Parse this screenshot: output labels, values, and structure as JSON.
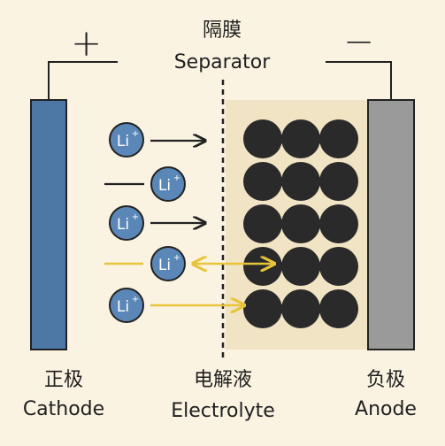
{
  "terminals": {
    "positive": "+",
    "negative": "−"
  },
  "separator": {
    "label_cn": "隔膜",
    "label_en": "Separator"
  },
  "cathode": {
    "label_cn": "正极",
    "label_en": "Cathode"
  },
  "electrolyte": {
    "label_cn": "电解液",
    "label_en": "Electrolyte"
  },
  "anode": {
    "label_cn": "负极",
    "label_en": "Anode"
  },
  "ion": {
    "symbol": "Li",
    "charge": "+"
  },
  "colors": {
    "background": "#fbf3e2",
    "cathode": "#4d78a6",
    "anode": "#9a9a9a",
    "anode_region": "#f1e4c4",
    "ion_fill": "#5b87b8",
    "graphite": "#2a2a2a",
    "arrow_dark": "#222222",
    "arrow_yellow": "#e8c43a"
  }
}
